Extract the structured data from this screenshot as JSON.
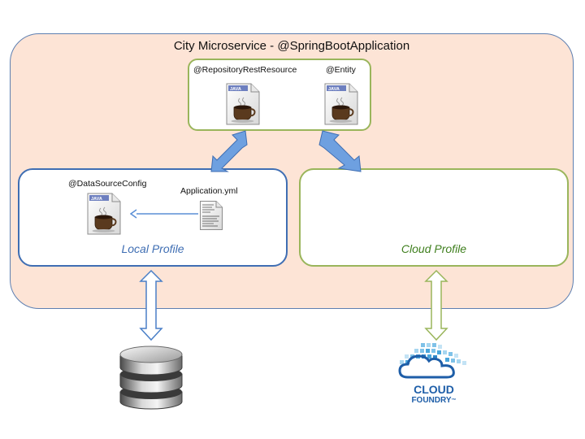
{
  "diagram": {
    "title": "City Microservice - @SpringBootApplication",
    "top_box": {
      "repository_label": "@RepositoryRestResource",
      "entity_label": "@Entity",
      "file_badge": "JAVA"
    },
    "local_profile": {
      "label": "Local Profile",
      "datasource_label": "@DataSourceConfig",
      "yml_label": "Application.yml"
    },
    "cloud_profile": {
      "label": "Cloud Profile"
    },
    "cloud_foundry": {
      "line1": "CLOUD",
      "line2": "FOUNDRY",
      "tm": "™"
    },
    "colors": {
      "outer_fill": "#fde4d6",
      "outer_border": "#5e7fb1",
      "local_accent": "#3f6eb3",
      "cloud_accent": "#9ab55b",
      "blue_arrow": "#5b8fd6",
      "green_arrow": "#9ab55b",
      "cloud_foundry_blue": "#1e5ea8"
    }
  }
}
